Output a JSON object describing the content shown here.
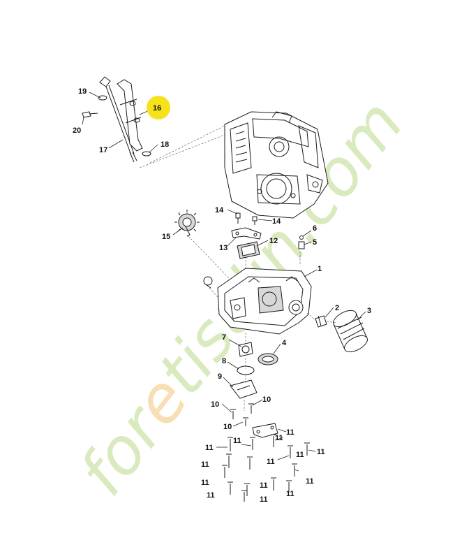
{
  "highlight_color": "#f5e21a",
  "watermark": {
    "text_prefix": "for",
    "text_e": "e",
    "text_rest": "tisalin.com",
    "color_main": "#d4e7b5",
    "color_e": "#f6d9a8",
    "color_dotcom": "#cbbfae"
  },
  "callouts": {
    "c1": "1",
    "c2": "2",
    "c3": "3",
    "c4": "4",
    "c5": "5",
    "c6": "6",
    "c7": "7",
    "c8": "8",
    "c9": "9",
    "c10a": "10",
    "c10b": "10",
    "c10c": "10",
    "c11a": "11",
    "c11b": "11",
    "c11c": "11",
    "c11d": "11",
    "c11e": "11",
    "c11f": "11",
    "c11g": "11",
    "c11h": "11",
    "c11i": "11",
    "c11j": "11",
    "c11k": "11",
    "c11l": "11",
    "c11m": "11",
    "c11n": "11",
    "c12": "12",
    "c13": "13",
    "c14a": "14",
    "c14b": "14",
    "c15": "15",
    "c16": "16",
    "c17": "17",
    "c18": "18",
    "c19": "19",
    "c20": "20"
  }
}
